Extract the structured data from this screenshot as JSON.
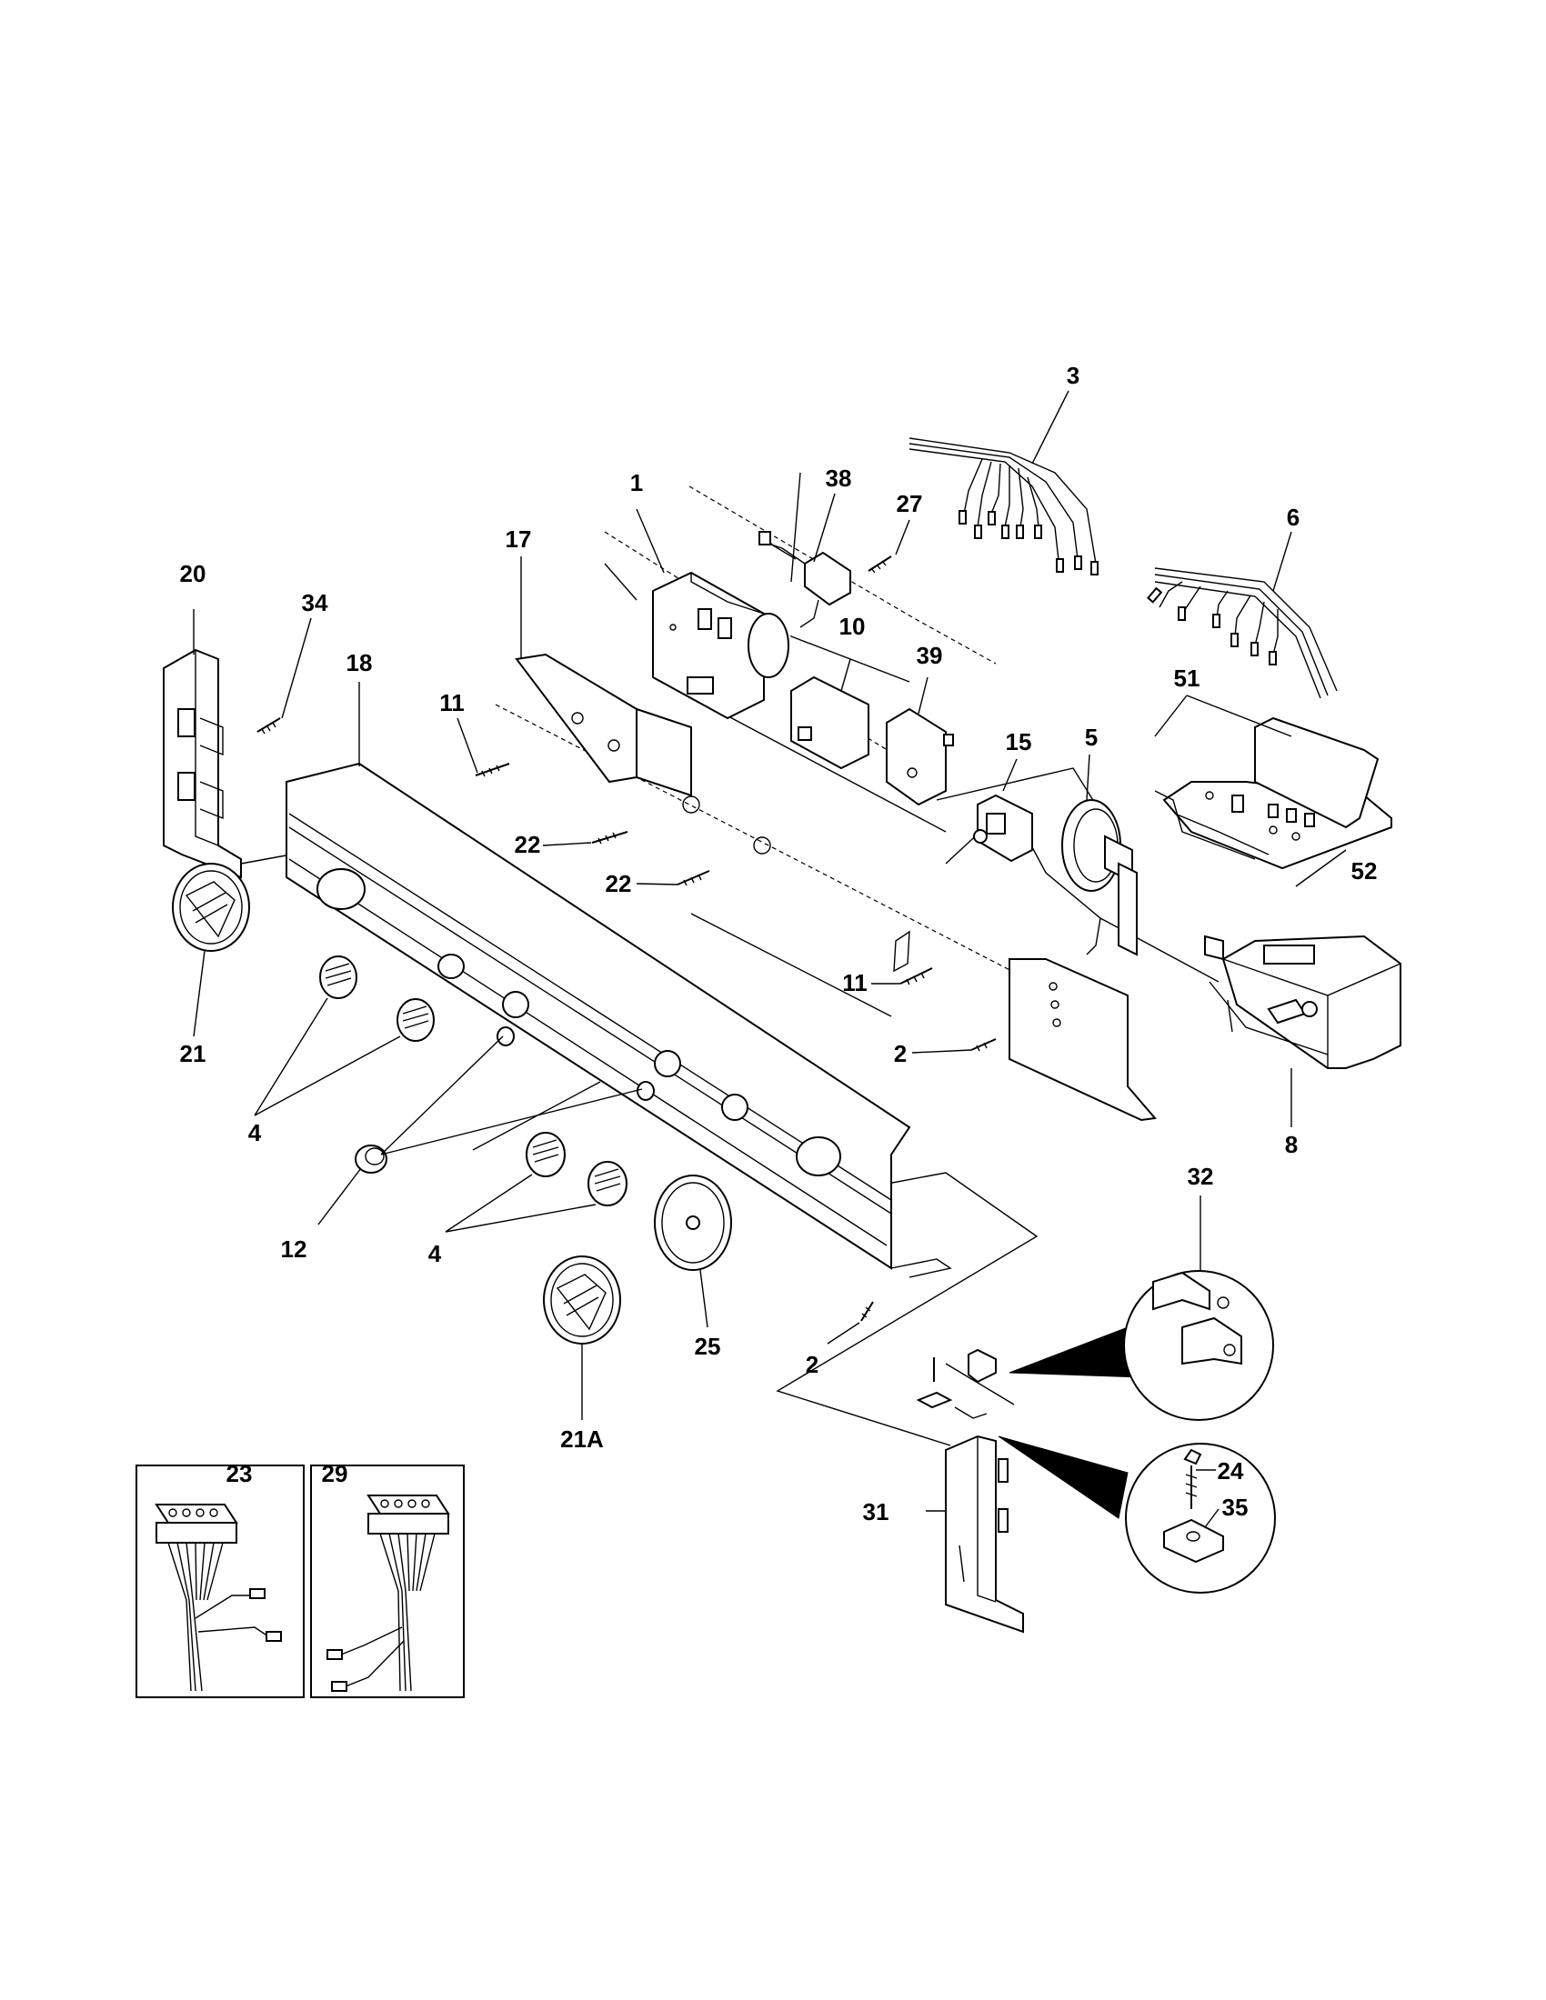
{
  "callouts": {
    "c1": "1",
    "c2a": "2",
    "c2b": "2",
    "c3": "3",
    "c4a": "4",
    "c4b": "4",
    "c5": "5",
    "c6": "6",
    "c8": "8",
    "c10": "10",
    "c11a": "11",
    "c11b": "11",
    "c12": "12",
    "c15": "15",
    "c17": "17",
    "c18": "18",
    "c20": "20",
    "c21": "21",
    "c21A": "21A",
    "c22a": "22",
    "c22b": "22",
    "c23": "23",
    "c24": "24",
    "c25": "25",
    "c27": "27",
    "c29": "29",
    "c31": "31",
    "c32": "32",
    "c34": "34",
    "c35": "35",
    "c38": "38",
    "c39": "39",
    "c51": "51",
    "c52": "52"
  }
}
